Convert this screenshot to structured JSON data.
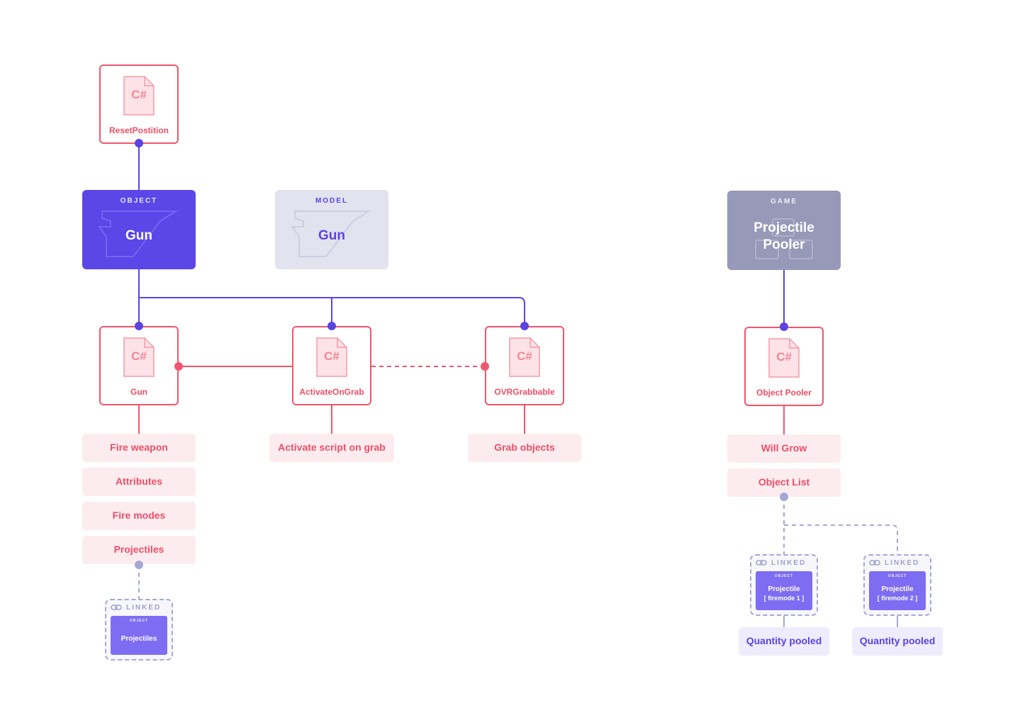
{
  "colors": {
    "script_border": "#f0566e",
    "connector_purple": "#5a44e2",
    "connector_red": "#f0566e",
    "linked_dash": "#a4a8d4",
    "object_card": "#5b46e8",
    "model_card": "#e3e2ef",
    "game_card": "#9799b8"
  },
  "cards": {
    "object_gun": {
      "kind": "OBJECT",
      "title": "Gun"
    },
    "model_gun": {
      "kind": "MODEL",
      "title": "Gun"
    },
    "game_pooler": {
      "kind": "GAME",
      "title_line1": "Projectile",
      "title_line2": "Pooler"
    }
  },
  "scripts": {
    "doc_label": "C#",
    "reset_position": "ResetPostition",
    "gun": "Gun",
    "activate_on_grab": "ActivateOnGrab",
    "ovr_grabbable": "OVRGrabbable",
    "object_pooler": "Object Pooler"
  },
  "pills": {
    "fire_weapon": "Fire weapon",
    "attributes": "Attributes",
    "fire_modes": "Fire modes",
    "projectiles": "Projectiles",
    "activate_script": "Activate script on grab",
    "grab_objects": "Grab objects",
    "will_grow": "Will Grow",
    "object_list": "Object List",
    "quantity_pooled_1": "Quantity pooled",
    "quantity_pooled_2": "Quantity pooled"
  },
  "linked": {
    "header": "LINKED",
    "projectiles": {
      "kind": "OBJECT",
      "title": "Projectiles"
    },
    "firemode1": {
      "kind": "OBJECT",
      "title_line1": "Projectile",
      "title_line2": "[ firemode 1 ]"
    },
    "firemode2": {
      "kind": "OBJECT",
      "title_line1": "Projectile",
      "title_line2": "[ firemode 2 ]"
    }
  },
  "icons": {
    "doc": "csharp-file-icon",
    "link": "link-icon",
    "gun": "gun-silhouette-icon",
    "blocks": "blocks-icon"
  }
}
